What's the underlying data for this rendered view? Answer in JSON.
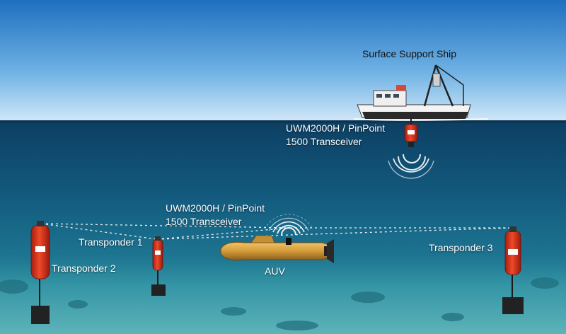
{
  "labels": {
    "ship": "Surface Support Ship",
    "ship_transceiver_line1": "UWM2000H / PinPoint",
    "ship_transceiver_line2": "1500 Transceiver",
    "auv_transceiver_line1": "UWM2000H / PinPoint",
    "auv_transceiver_line2": "1500 Transceiver",
    "transponder_1": "Transponder 1",
    "transponder_2": "Transponder 2",
    "transponder_3": "Transponder 3",
    "auv": "AUV"
  },
  "colors": {
    "sky_top": "#1e6fc0",
    "sky_bottom": "#cfe6f7",
    "water_surface": "#0d4a72",
    "water_mid": "#1b6b8c",
    "seabed": "#2f8fa0",
    "transponder_body": "#e0391f",
    "auv_hull": "#d9a441",
    "ship_hull": "#2a2a2a",
    "ship_cabin": "#f2f2f2"
  },
  "icons": {
    "acoustic_signal": "acoustic-wave-icon"
  }
}
